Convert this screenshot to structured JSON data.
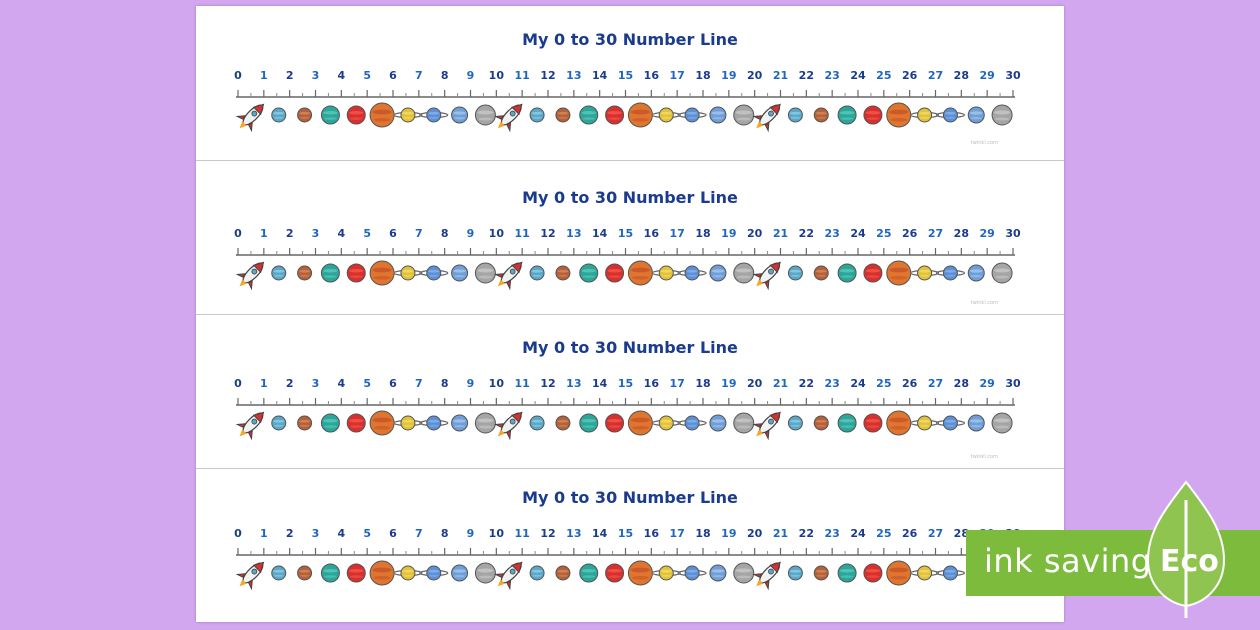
{
  "strips": [
    {
      "title": "My 0 to 30 Number Line",
      "footer": "twinkl.com"
    },
    {
      "title": "My 0 to 30 Number Line",
      "footer": "twinkl.com"
    },
    {
      "title": "My 0 to 30 Number Line",
      "footer": "twinkl.com"
    },
    {
      "title": "My 0 to 30 Number Line",
      "footer": ""
    }
  ],
  "numbers": [
    "0",
    "1",
    "2",
    "3",
    "4",
    "5",
    "6",
    "7",
    "8",
    "9",
    "10",
    "11",
    "12",
    "13",
    "14",
    "15",
    "16",
    "17",
    "18",
    "19",
    "20",
    "21",
    "22",
    "23",
    "24",
    "25",
    "26",
    "27",
    "28",
    "29",
    "30"
  ],
  "planet_pattern": [
    "rocket",
    "neptune",
    "mars",
    "earth",
    "red-planet",
    "jupiter",
    "saturn",
    "uranus-ringed",
    "blue-planet",
    "moon"
  ],
  "colors": {
    "background": "#d3a7f0",
    "title": "#1b3b8c",
    "even_number": "#1b3b8c",
    "odd_number": "#1f66c2",
    "eco_green": "#7cbb3b"
  },
  "eco_badge": {
    "text": "ink saving",
    "leaf_text": "Eco"
  }
}
